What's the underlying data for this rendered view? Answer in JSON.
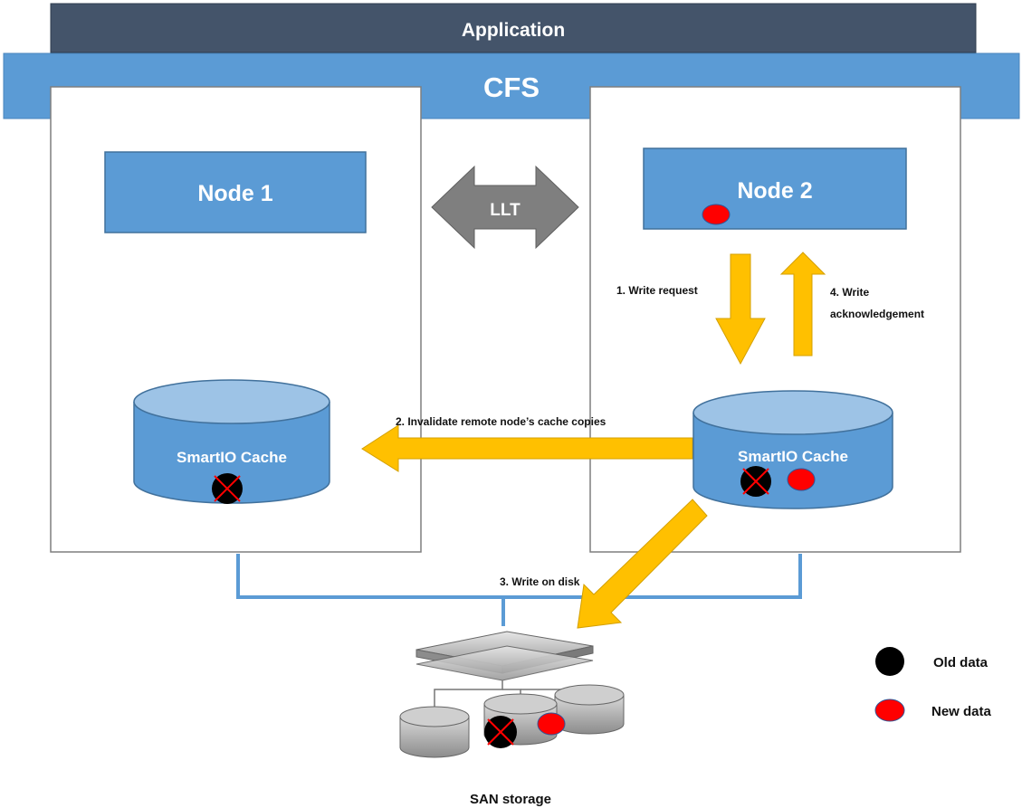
{
  "layers": {
    "application": "Application",
    "cfs": "CFS"
  },
  "nodes": {
    "node1": "Node 1",
    "node2": "Node 2"
  },
  "interconnect": "LLT",
  "caches": {
    "left_label": "SmartIO Cache",
    "right_label": "SmartIO Cache"
  },
  "steps": {
    "step1": "1. Write request",
    "step2": "2. Invalidate remote node’s cache copies",
    "step3": "3. Write on disk",
    "step4_line1": "4. Write",
    "step4_line2": "acknowledgement"
  },
  "legend": {
    "old": "Old data",
    "new": "New data"
  },
  "storage_label": "SAN storage",
  "colors": {
    "application_bar": "#44546a",
    "cfs_bar": "#5b9bd5",
    "node_box": "#5b9bd5",
    "arrow": "#ffc000",
    "llt_arrow": "#7f7f7f",
    "old_data": "#000000",
    "new_data": "#ff0000",
    "cross": "#ff0000"
  }
}
